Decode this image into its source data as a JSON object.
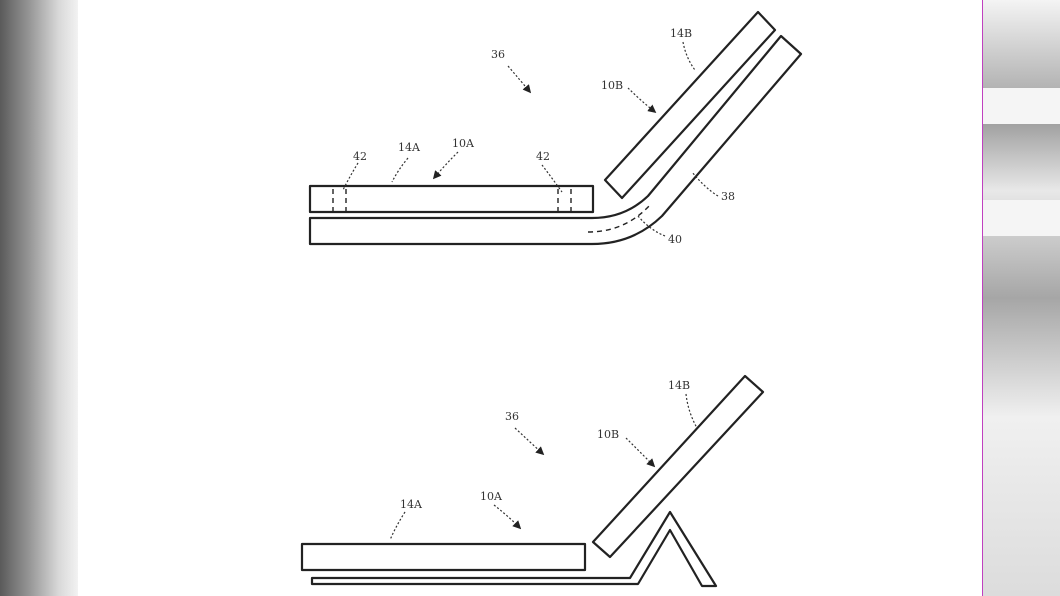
{
  "figure_top": {
    "labels": {
      "assembly": "36",
      "cover_b": "14B",
      "device_b": "10B",
      "cover_a": "14A",
      "device_a": "10A",
      "magnet_left": "42",
      "magnet_right": "42",
      "hinge_cover": "38",
      "bend_region": "40"
    }
  },
  "figure_bottom": {
    "labels": {
      "assembly": "36",
      "cover_b": "14B",
      "device_b": "10B",
      "cover_a": "14A",
      "device_a": "10A"
    }
  }
}
